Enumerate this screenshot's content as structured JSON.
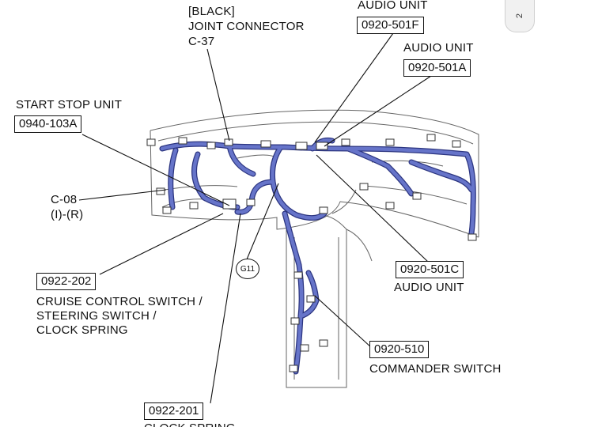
{
  "page_indicator": "2",
  "labels": {
    "black": "[BLACK]",
    "joint_connector": "JOINT CONNECTOR",
    "c37": "C-37",
    "audio_unit_top": "AUDIO UNIT",
    "audio_unit_mid": "AUDIO UNIT",
    "start_stop_unit": "START STOP UNIT",
    "c08": "C-08",
    "c08_sub": "(I)-(R)",
    "cruise_line1": "CRUISE CONTROL SWITCH /",
    "cruise_line2": "STEERING SWITCH /",
    "cruise_line3": "CLOCK SPRING",
    "audio_unit_bottom": "AUDIO UNIT",
    "commander_switch": "COMMANDER SWITCH",
    "clock_spring_partial": "CLOCK SPRING",
    "ground": "G11"
  },
  "codes": {
    "audio_f": "0920-501F",
    "audio_a": "0920-501A",
    "start_stop": "0940-103A",
    "cruise": "0922-202",
    "audio_c": "0920-501C",
    "commander": "0920-510",
    "clock_spring": "0922-201"
  },
  "colors": {
    "harness": "#5461b8",
    "harness_edge": "#2c3580",
    "outline": "#555555",
    "line": "#111111"
  }
}
